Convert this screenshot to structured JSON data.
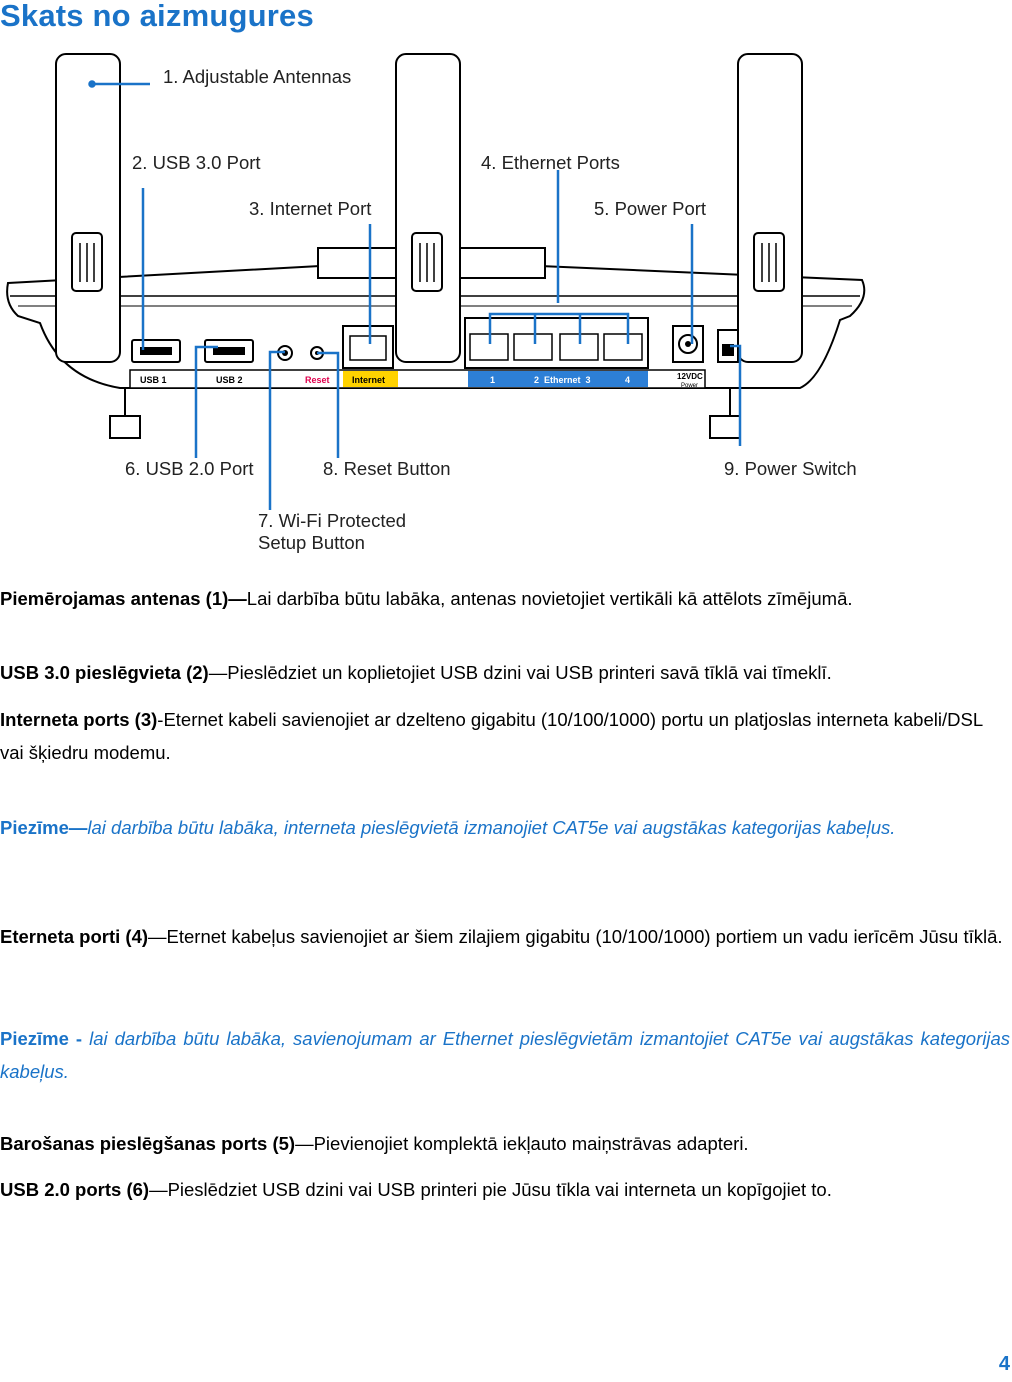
{
  "page": {
    "title": "Skats no aizmugures",
    "number": "4"
  },
  "figure": {
    "callouts": {
      "c1": "1. Adjustable Antennas",
      "c2": "2. USB 3.0 Port",
      "c3": "3. Internet Port",
      "c4": "4. Ethernet Ports",
      "c5": "5. Power Port",
      "c6": "6. USB 2.0 Port",
      "c7a": "7. Wi-Fi Protected",
      "c7b": "Setup Button",
      "c8": "8. Reset Button",
      "c9": "9. Power Switch"
    },
    "panel_labels": {
      "usb1": "USB 1",
      "usb2": "USB 2",
      "reset": "Reset",
      "internet": "Internet",
      "eth1": "1",
      "eth23": "2  Ethernet  3",
      "eth4": "4",
      "power_top": "12VDC",
      "power_bottom": "Power"
    },
    "colors": {
      "callout_line": "#1a73c8",
      "internet_port": "#ffd200",
      "ethernet_ports": "#2d7fd6",
      "reset_text": "#e0004d"
    }
  },
  "paragraphs": {
    "p1": {
      "bold": "Piemērojamas antenas (1)—",
      "text": "Lai darbība būtu labāka, antenas novietojiet vertikāli kā attēlots zīmējumā."
    },
    "p2": {
      "bold": "USB 3.0 pieslēgvieta (2)",
      "text": "—Pieslēdziet un koplietojiet USB dzini vai USB printeri savā tīklā vai tīmeklī."
    },
    "p3": {
      "bold": "Interneta ports (3)",
      "text": "-Eternet kabeli savienojiet ar dzelteno gigabitu (10/100/1000) portu un platjoslas interneta kabeli/DSL vai šķiedru modemu."
    },
    "n1": {
      "bold": "Piezīme—",
      "text": "lai darbība būtu labāka, interneta pieslēgvietā izmanojiet CAT5e vai augstākas kategorijas kabeļus."
    },
    "p4": {
      "bold": "Eterneta porti (4)",
      "text": "—Eternet kabeļus savienojiet ar šiem zilajiem gigabitu (10/100/1000) portiem un vadu ierīcēm Jūsu tīklā."
    },
    "n2": {
      "bold": "Piezīme - ",
      "text": "lai darbība būtu labāka, savienojumam ar Ethernet pieslēgvietām izmantojiet CAT5e vai augstākas kategorijas kabeļus."
    },
    "p5": {
      "bold": "Barošanas pieslēgšanas ports (5)",
      "text": "—Pievienojiet komplektā iekļauto maiņstrāvas adapteri."
    },
    "p6": {
      "bold": "USB 2.0 ports (6)",
      "text": "—Pieslēdziet USB dzini vai USB printeri pie Jūsu tīkla vai interneta un kopīgojiet to."
    }
  }
}
